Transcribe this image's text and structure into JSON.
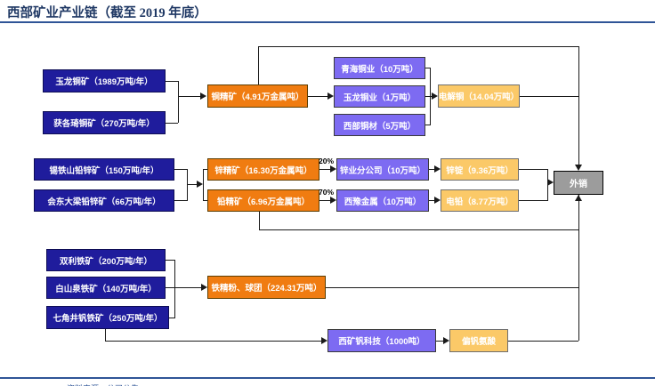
{
  "header": {
    "title": "西部矿业产业链（截至 2019 年底）"
  },
  "footer": {
    "source": "资料来源：公司公告"
  },
  "colors": {
    "title": "#1f3864",
    "rule": "#2f5597",
    "mine_box": "#1f1c9c",
    "smelter_box": "#7d6bf2",
    "concentrate_box": "#f07c11",
    "product_box": "#fbc968",
    "sales_box": "#9c9c9c",
    "connector": "#1a1a1a"
  },
  "nodes": {
    "yulong_mine": {
      "label": "玉龙铜矿（1989万吨/年）"
    },
    "huogeqi_mine": {
      "label": "获各琦铜矿（270万吨/年）"
    },
    "copper_concentrate": {
      "label": "铜精矿（4.91万金属吨）"
    },
    "qinghai_copper": {
      "label": "青海铜业（10万吨）"
    },
    "yulong_copper": {
      "label": "玉龙铜业（1万吨）"
    },
    "western_copper_material": {
      "label": "西部铜材（5万吨）"
    },
    "electrolytic_copper": {
      "label": "电解铜（14.04万吨）"
    },
    "xitieshan_mine": {
      "label": "锡铁山铅锌矿（150万吨/年）"
    },
    "huidong_daliang_mine": {
      "label": "会东大梁铅锌矿（66万吨/年）"
    },
    "zinc_concentrate": {
      "label": "锌精矿（16.30万金属吨）"
    },
    "lead_concentrate": {
      "label": "铅精矿（6.96万金属吨）"
    },
    "zinc_branch": {
      "label": "锌业分公司（10万吨）"
    },
    "xiyu_metal": {
      "label": "西豫金属（10万吨）"
    },
    "zinc_ingot": {
      "label": "锌锭（9.36万吨）"
    },
    "electrolytic_lead": {
      "label": "电铅（8.77万吨）"
    },
    "shuangli_mine": {
      "label": "双利铁矿（200万吨/年）"
    },
    "baishanquan_mine": {
      "label": "白山泉铁矿（140万吨/年）"
    },
    "qijiaojing_mine": {
      "label": "七角井钒铁矿（250万吨/年）"
    },
    "iron_powder_pellets": {
      "label": "铁精粉、球团（224.31万吨）"
    },
    "ximining_vanadium": {
      "label": "西矿钒科技（1000吨）"
    },
    "ammonium_metavanadate": {
      "label": "偏钒氨酸"
    },
    "external_sales": {
      "label": "外销"
    }
  },
  "edge_labels": {
    "zinc_pct": "20%",
    "lead_pct": "70%"
  },
  "edges": [
    {
      "from": "yulong_mine",
      "to": "copper_concentrate"
    },
    {
      "from": "huogeqi_mine",
      "to": "copper_concentrate"
    },
    {
      "from": "copper_concentrate",
      "to": "yulong_copper"
    },
    {
      "from": "copper_concentrate",
      "to": "external_sales"
    },
    {
      "from": "qinghai_copper",
      "to": "electrolytic_copper"
    },
    {
      "from": "yulong_copper",
      "to": "electrolytic_copper"
    },
    {
      "from": "western_copper_material",
      "to": "electrolytic_copper"
    },
    {
      "from": "electrolytic_copper",
      "to": "external_sales"
    },
    {
      "from": "xitieshan_mine",
      "to": "zinc_concentrate"
    },
    {
      "from": "xitieshan_mine",
      "to": "lead_concentrate"
    },
    {
      "from": "huidong_daliang_mine",
      "to": "zinc_concentrate"
    },
    {
      "from": "huidong_daliang_mine",
      "to": "lead_concentrate"
    },
    {
      "from": "zinc_concentrate",
      "to": "zinc_branch",
      "label": "20%"
    },
    {
      "from": "lead_concentrate",
      "to": "xiyu_metal",
      "label": "70%"
    },
    {
      "from": "zinc_concentrate",
      "to": "external_sales"
    },
    {
      "from": "lead_concentrate",
      "to": "external_sales"
    },
    {
      "from": "zinc_branch",
      "to": "zinc_ingot"
    },
    {
      "from": "xiyu_metal",
      "to": "electrolytic_lead"
    },
    {
      "from": "zinc_ingot",
      "to": "external_sales"
    },
    {
      "from": "electrolytic_lead",
      "to": "external_sales"
    },
    {
      "from": "shuangli_mine",
      "to": "iron_powder_pellets"
    },
    {
      "from": "baishanquan_mine",
      "to": "iron_powder_pellets"
    },
    {
      "from": "qijiaojing_mine",
      "to": "iron_powder_pellets"
    },
    {
      "from": "qijiaojing_mine",
      "to": "ximining_vanadium"
    },
    {
      "from": "ximining_vanadium",
      "to": "ammonium_metavanadate"
    },
    {
      "from": "iron_powder_pellets",
      "to": "external_sales"
    },
    {
      "from": "ammonium_metavanadate",
      "to": "external_sales"
    }
  ]
}
